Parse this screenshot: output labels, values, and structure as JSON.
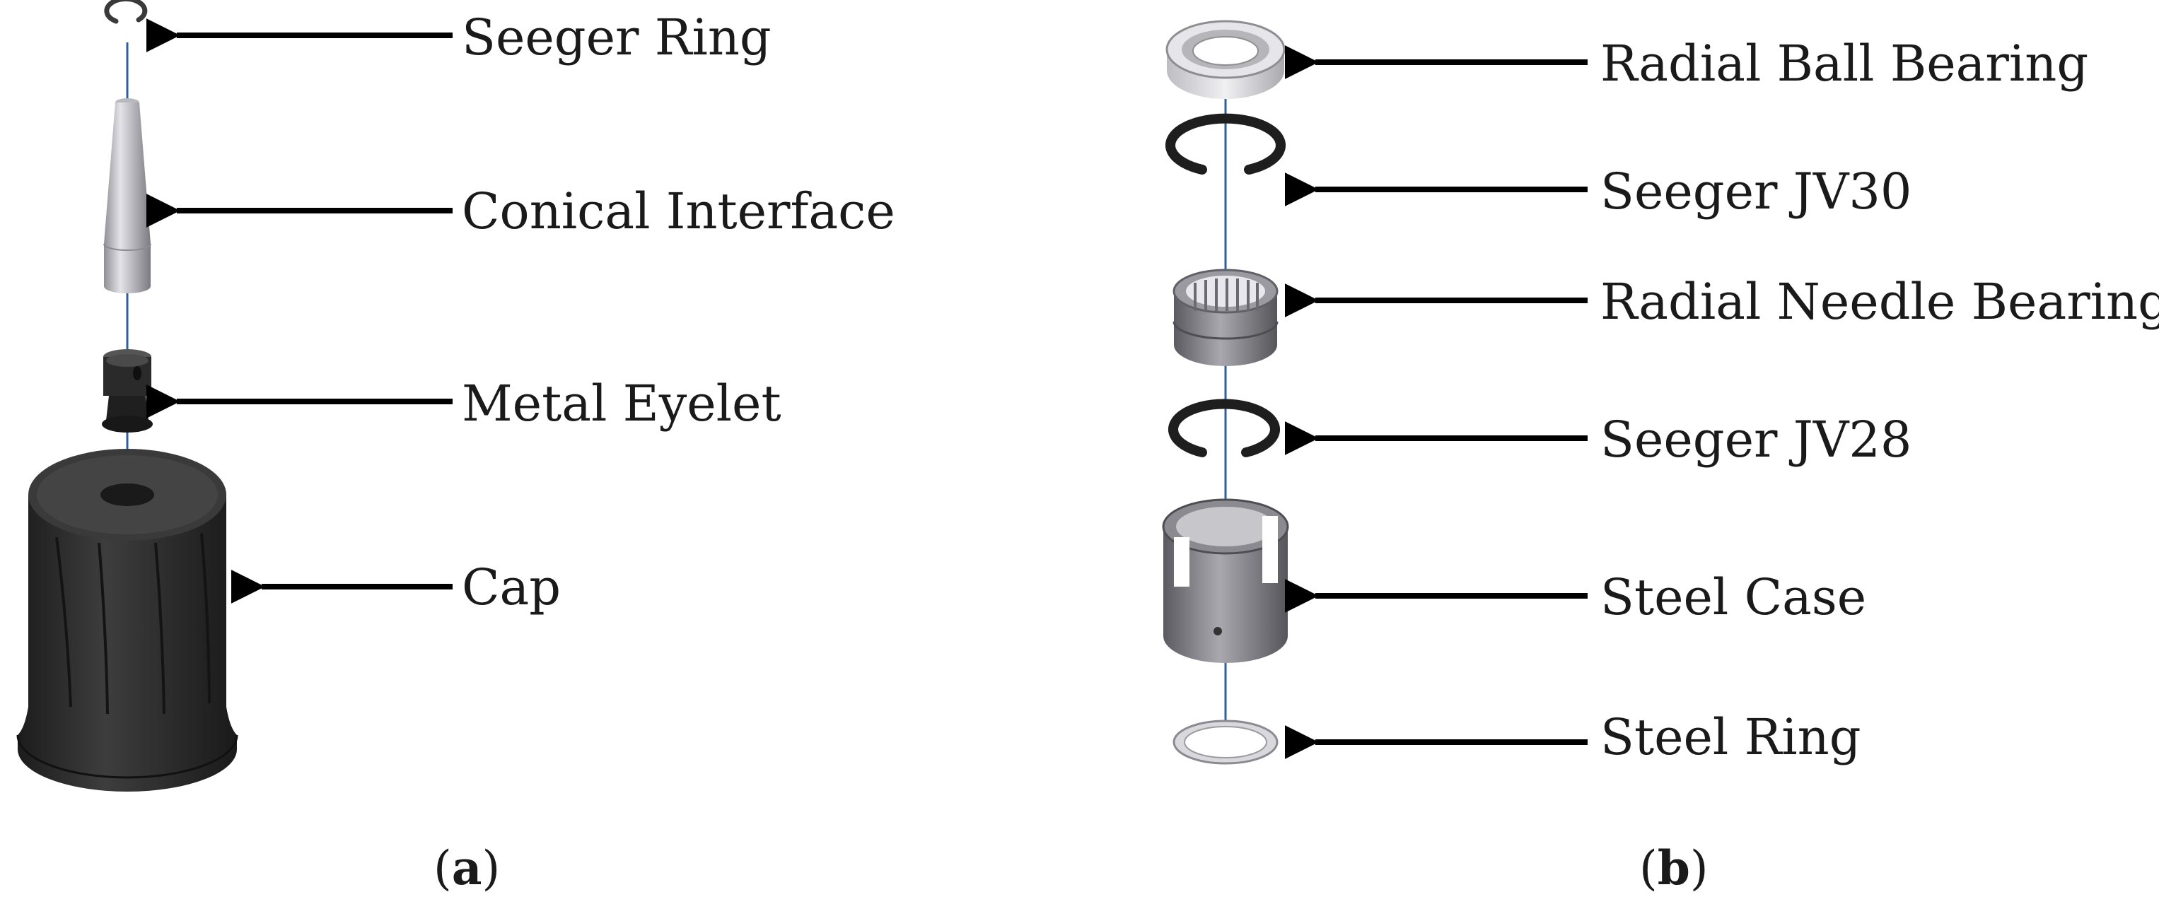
{
  "panel_a": {
    "labels": {
      "seeger_ring": "Seeger Ring",
      "conical_interface": "Conical Interface",
      "metal_eyelet": "Metal Eyelet",
      "cap": "Cap"
    },
    "caption": {
      "open": "(",
      "letter": "a",
      "close": ")"
    }
  },
  "panel_b": {
    "labels": {
      "radial_ball_bearing": "Radial Ball Bearing",
      "seeger_jv30": "Seeger JV30",
      "radial_needle_bearing": "Radial Needle Bearing",
      "seeger_jv28": "Seeger JV28",
      "steel_case": "Steel Case",
      "steel_ring": "Steel Ring"
    },
    "caption": {
      "open": "(",
      "letter": "b",
      "close": ")"
    }
  },
  "colors": {
    "text": "#1a1a1a",
    "arrow": "#000000",
    "cap_body": "#2e2e2e",
    "metal_light": "#c9c9cc",
    "metal_mid": "#8a8a8e",
    "metal_dark": "#555559",
    "axis": "#2f5f9f"
  }
}
